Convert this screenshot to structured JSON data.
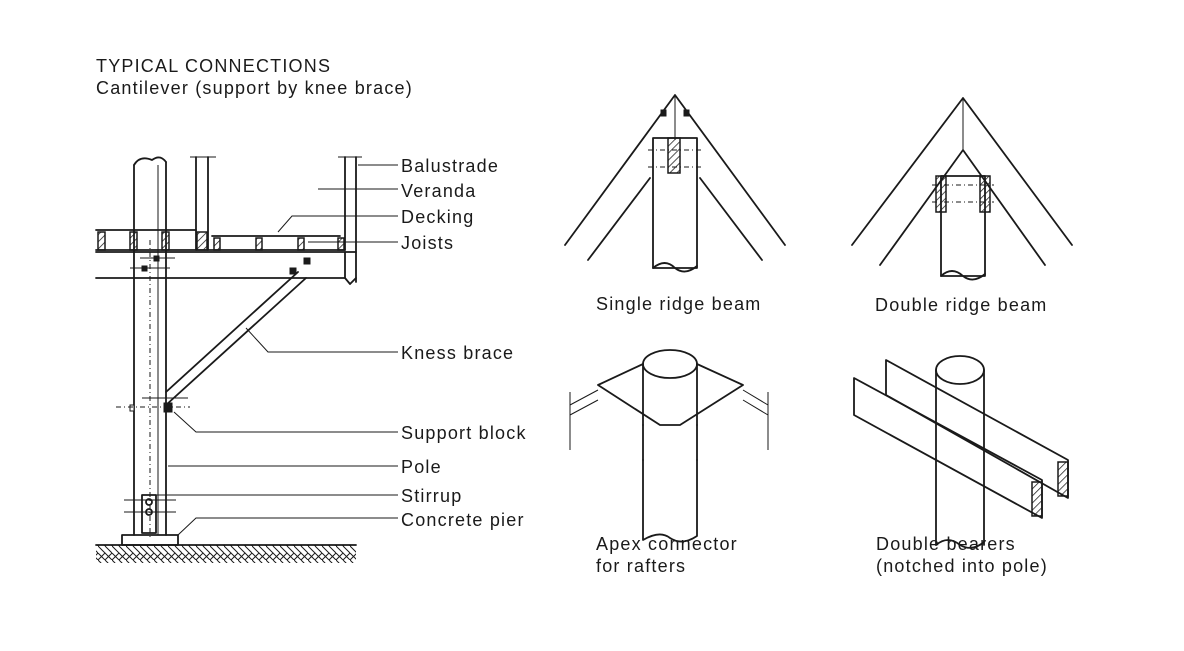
{
  "heading": {
    "title": "TYPICAL CONNECTIONS",
    "subtitle": "Cantilever (support by knee brace)"
  },
  "cantilever_labels": {
    "balustrade": "Balustrade",
    "veranda": "Veranda",
    "decking": "Decking",
    "joists": "Joists",
    "knee_brace": "Kness brace",
    "support_block": "Support block",
    "pole": "Pole",
    "stirrup": "Stirrup",
    "concrete_pier": "Concrete pier"
  },
  "details": [
    {
      "caption_line1": "Single ridge beam",
      "caption_line2": ""
    },
    {
      "caption_line1": "Double ridge beam",
      "caption_line2": ""
    },
    {
      "caption_line1": "Apex connector",
      "caption_line2": "for rafters"
    },
    {
      "caption_line1": "Double bearers",
      "caption_line2": "(notched into pole)"
    }
  ]
}
